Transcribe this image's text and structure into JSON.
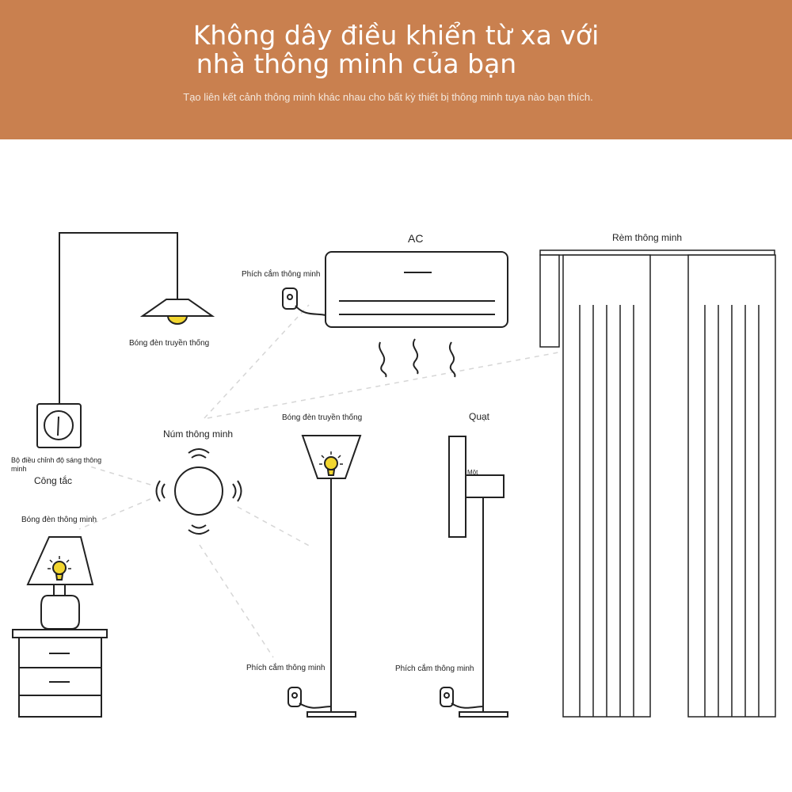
{
  "header": {
    "title_line1": "Không dây điều khiển từ xa với",
    "title_line2": "nhà thông minh của bạn",
    "subtitle": "Tạo liên kết cảnh thông minh khác nhau cho bất kỳ thiết bị thông minh tuya nào bạn thích."
  },
  "labels": {
    "pendant_lamp": "Bóng đèn truyền thống",
    "ac": "AC",
    "smart_plug_ac": "Phích cắm thông minh",
    "smart_curtain": "Rèm thông minh",
    "smart_knob": "Núm thông minh",
    "floor_lamp": "Bóng đèn truyền thống",
    "fan": "Quạt",
    "fan_small": "Một",
    "dimmer_line1": "Bộ điều chỉnh độ sáng thông",
    "dimmer_line2": "minh",
    "switch": "Công tắc",
    "smart_bulb": "Bóng đèn thông minh",
    "smart_plug_floor_lamp": "Phích cắm thông minh",
    "smart_plug_fan": "Phích cắm thông minh"
  },
  "colors": {
    "header_bg": "#c9804f",
    "bulb": "#f2d630",
    "line": "#222222",
    "link_dashed": "#d6d6d6"
  },
  "icons": [
    "pendant-lamp-icon",
    "air-conditioner-icon",
    "curtain-icon",
    "wall-switch-icon",
    "smart-knob-icon",
    "table-lamp-icon",
    "floor-lamp-icon",
    "standing-fan-icon",
    "smart-plug-icon"
  ]
}
